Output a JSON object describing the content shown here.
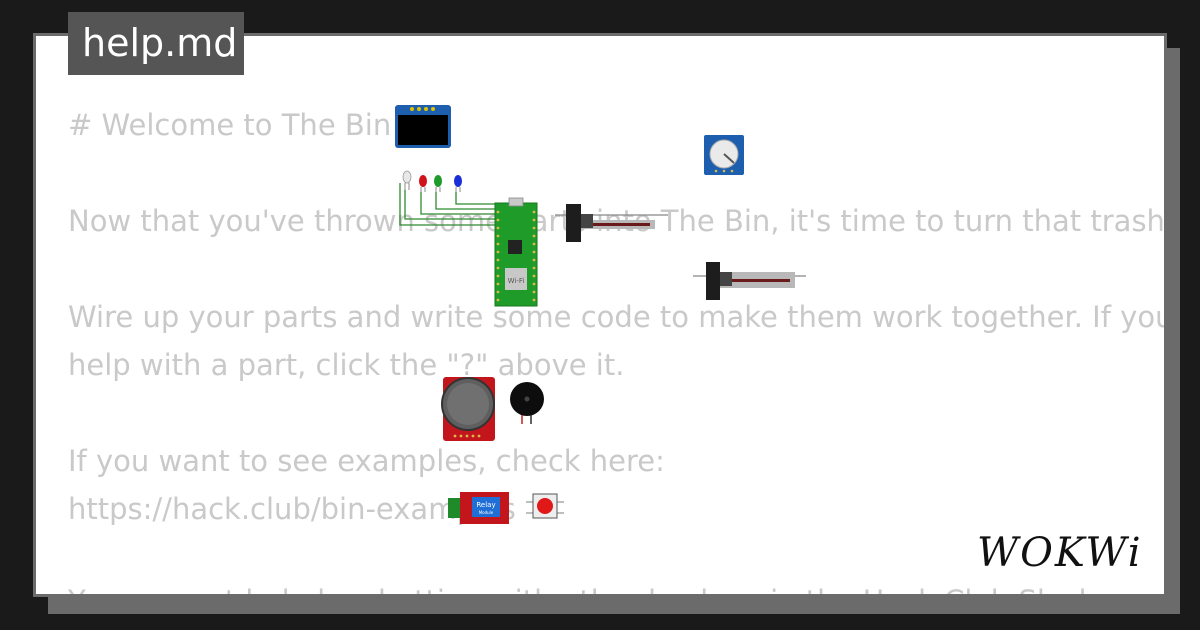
{
  "tab": {
    "filename": "help.md"
  },
  "doc": {
    "lines": [
      "# Welcome to The Bin",
      "Now that you've thrown some parts into The Bin, it's time to turn that trash",
      "Wire up your parts and write some code to make them work together. If you need",
      "help with a part, click the \"?\" above it.",
      "If you want to see examples, check here:",
      "https://hack.club/bin-examples",
      "You can get help by chatting with other hackers in the Hack Club Slack"
    ]
  },
  "parts": {
    "pico_label": "Wi-Fi",
    "relay_label_1": "Relay",
    "relay_label_2": "Module"
  },
  "logo": {
    "text": "WOKWi"
  },
  "colors": {
    "background": "#1a1a1a",
    "frame": "#6b6b6b",
    "tab": "#555555",
    "text": "#c9c9c9",
    "pico": "#1f9b2a",
    "wire": "#2e8b2e"
  }
}
